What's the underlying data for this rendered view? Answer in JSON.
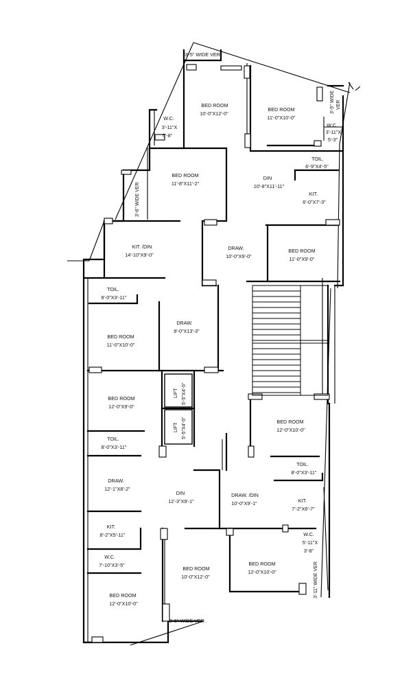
{
  "rooms": {
    "top_verandah": "3'-5\" WIDE VER",
    "bedroom_top_center": {
      "name": "BED ROOM",
      "size": "10'-0\"X12'-0\""
    },
    "bedroom_top_right": {
      "name": "BED ROOM",
      "size": "11'-0\"X10'-0\""
    },
    "right_verandah_top": {
      "a": "3'-5\" WIDE",
      "b": "VER"
    },
    "wc_top_right": {
      "name": "W.C.",
      "w": "3'-11\"X",
      "h": "5'-3\""
    },
    "wc_top_left": {
      "name": "W.C.",
      "w": "3'-11\"X",
      "h": "5'-8\""
    },
    "bedroom_upper_left": {
      "name": "BED ROOM",
      "size": "11'-8\"X11'-2\""
    },
    "left_verandah": "3'-6\" WIDE VER",
    "toilet_upper_right": {
      "name": "TOIL.",
      "size": "6'-9\"X4'-5\""
    },
    "din_upper": {
      "name": "DIN",
      "size": "10'-8\"X11'-11\""
    },
    "kit_upper_right": {
      "name": "KIT.",
      "size": "6'-0\"X7'-3\""
    },
    "kit_din_left": {
      "name": "KIT. /DIN",
      "size": "14'-10\"X9'-0\""
    },
    "draw_upper_center": {
      "name": "DRAW.",
      "size": "10'-0\"X9'-0\""
    },
    "bedroom_mid_right": {
      "name": "BED ROOM",
      "size": "11'-0\"X9'-0\""
    },
    "toilet_left_1": {
      "name": "TOIL.",
      "size": "8'-0\"X3'-11\""
    },
    "draw_left_center": {
      "name": "DRAW.",
      "size": "9'-0\"X13'-3\""
    },
    "bedroom_left_mid": {
      "name": "BED ROOM",
      "size": "11'-0\"X10'-0\""
    },
    "lift_1": {
      "name": "LIFT",
      "size": "5'-5\"X4'-5\""
    },
    "lift_2": {
      "name": "LIFT",
      "size": "5'-5\"X4'-5\""
    },
    "bedroom_left_lower": {
      "name": "BED ROOM",
      "size": "12'-0\"X9'-0\""
    },
    "toilet_left_2": {
      "name": "TOIL.",
      "size": "8'-0\"X3'-11\""
    },
    "bedroom_right_lower": {
      "name": "BED ROOM",
      "size": "12'-0\"X10'-0\""
    },
    "toilet_right_lower": {
      "name": "TOIL.",
      "size": "8'-0\"X3'-11\""
    },
    "draw_left_lower": {
      "name": "DRAW.",
      "size": "12'-1\"X8'-2\""
    },
    "din_lower": {
      "name": "DIN",
      "size": "12'-3\"X9'-1\""
    },
    "draw_din_lower": {
      "name": "DRAW. /DIN",
      "size": "10'-0\"X9'-1\""
    },
    "kit_right_lower": {
      "name": "KIT.",
      "size": "7'-2\"X6'-7\""
    },
    "kit_left_lower": {
      "name": "KIT.",
      "size": "8'-2\"X5'-11\""
    },
    "wc_right_lower": {
      "name": "W.C.",
      "w": "5'-11\"X",
      "h": "3'-8\""
    },
    "wc_left_lower": {
      "name": "W.C.",
      "size": "7'-10\"X3'-5\""
    },
    "bedroom_bottom_center": {
      "name": "BED ROOM",
      "size": "10'-0\"X12'-0\""
    },
    "bedroom_bottom_right": {
      "name": "BED ROOM",
      "size": "12'-0\"X10'-0\""
    },
    "right_verandah_bottom": "3'-11\" WIDE VER",
    "bedroom_bottom_left": {
      "name": "BED ROOM",
      "size": "12'-0\"X10'-0\""
    },
    "bottom_verandah": "3'-5\" WIDE VER"
  }
}
